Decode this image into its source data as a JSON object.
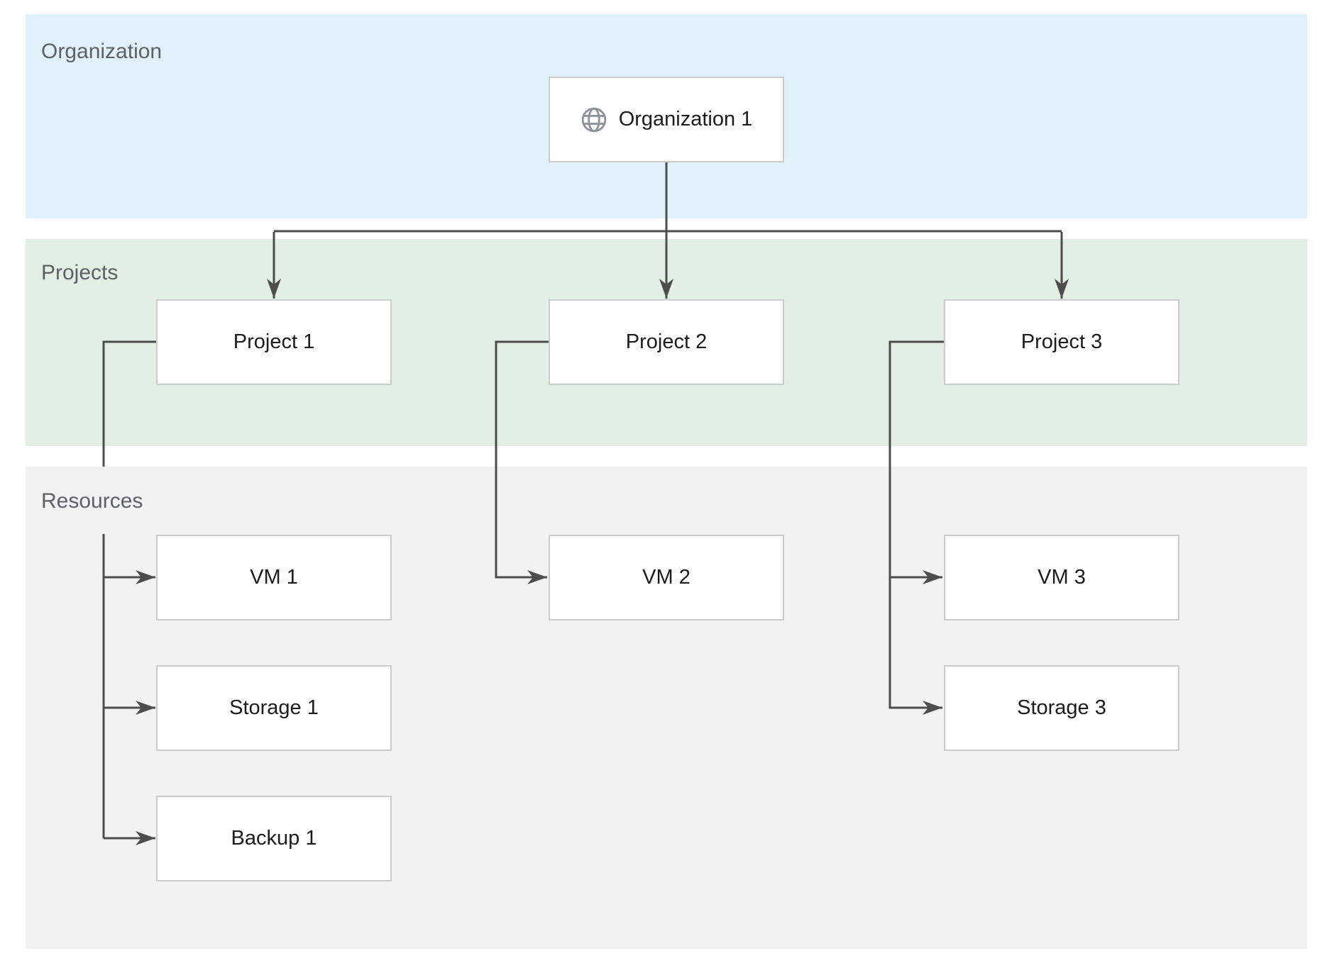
{
  "title": "Organization resource hierarchy diagram",
  "colors": {
    "organization_band": "#e0f1fb",
    "projects_band": "#e1efe5",
    "resources_band": "#f2f2f2",
    "connector": "#4d4d4d",
    "node_border": "#cccccc",
    "node_background": "#ffffff",
    "node_text": "#1c1c1c",
    "band_label_text": "#5d6165",
    "globe_icon": "#8d939c"
  },
  "bands": {
    "organization": {
      "label": "Organization"
    },
    "projects": {
      "label": "Projects"
    },
    "resources": {
      "label": "Resources"
    }
  },
  "nodes": {
    "organization1": {
      "label": "Organization 1",
      "icon": "globe-icon"
    },
    "project1": {
      "label": "Project 1"
    },
    "project2": {
      "label": "Project 2"
    },
    "project3": {
      "label": "Project 3"
    },
    "vm1": {
      "label": "VM 1"
    },
    "storage1": {
      "label": "Storage 1"
    },
    "backup1": {
      "label": "Backup 1"
    },
    "vm2": {
      "label": "VM 2"
    },
    "vm3": {
      "label": "VM 3"
    },
    "storage3": {
      "label": "Storage 3"
    }
  },
  "edges": [
    {
      "from": "organization1",
      "to": "project1"
    },
    {
      "from": "organization1",
      "to": "project2"
    },
    {
      "from": "organization1",
      "to": "project3"
    },
    {
      "from": "project1",
      "to": "vm1"
    },
    {
      "from": "project1",
      "to": "storage1"
    },
    {
      "from": "project1",
      "to": "backup1"
    },
    {
      "from": "project2",
      "to": "vm2"
    },
    {
      "from": "project3",
      "to": "vm3"
    },
    {
      "from": "project3",
      "to": "storage3"
    }
  ]
}
